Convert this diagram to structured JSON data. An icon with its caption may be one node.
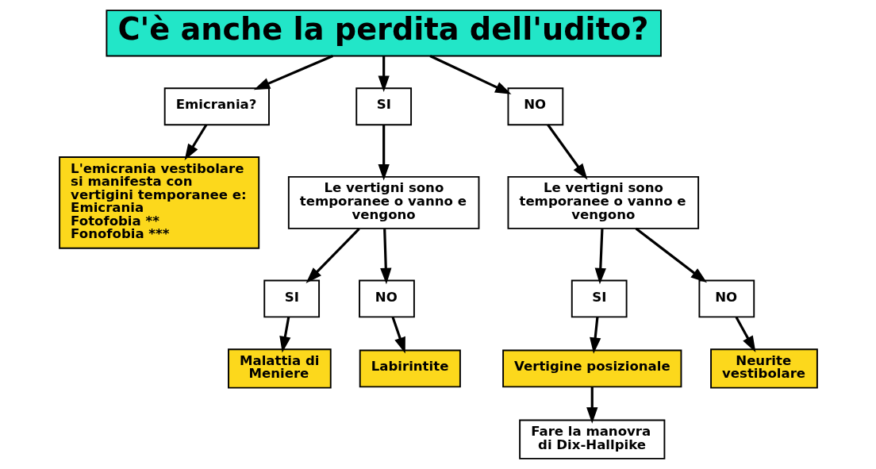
{
  "diagram": {
    "nodes": [
      {
        "text": [
          "C'è anche la perdita dell'udito?"
        ]
      },
      {
        "text": [
          "Emicrania?"
        ]
      },
      {
        "text": [
          "SI"
        ]
      },
      {
        "text": [
          "NO"
        ]
      },
      {
        "text": [
          "L'emicrania vestibolare si manifesta con vertigini temporanee e:",
          "Emicrania",
          "Fotofobia **",
          "Fonofobia ***"
        ]
      },
      {
        "text": [
          "Le vertigni sono temporanee o vanno e vengono"
        ]
      },
      {
        "text": [
          "SI"
        ]
      },
      {
        "text": [
          "NO"
        ]
      },
      {
        "text": [
          "Malattia di Meniere"
        ]
      },
      {
        "text": [
          "Labirintite"
        ]
      },
      {
        "text": [
          "Le vertigni sono temporanee o vanno e vengono"
        ]
      },
      {
        "text": [
          "SI"
        ]
      },
      {
        "text": [
          "NO"
        ]
      },
      {
        "text": [
          "Vertigine posizionale"
        ]
      },
      {
        "text": [
          "Neurite vestibolare"
        ]
      },
      {
        "text": [
          "Fare la manovra di Dix-Hallpike"
        ]
      }
    ],
    "edges": [
      {
        "from": 0,
        "to": 1,
        "arrow": "to"
      },
      {
        "from": 0,
        "to": 2,
        "arrow": "to"
      },
      {
        "from": 0,
        "to": 3,
        "arrow": "to"
      },
      {
        "from": 1,
        "to": 4,
        "arrow": "to"
      },
      {
        "from": 2,
        "to": 5,
        "arrow": "to"
      },
      {
        "from": 5,
        "to": 6,
        "arrow": "to"
      },
      {
        "from": 5,
        "to": 7,
        "arrow": "to"
      },
      {
        "from": 6,
        "to": 8,
        "arrow": "to"
      },
      {
        "from": 7,
        "to": 9,
        "arrow": "to"
      },
      {
        "from": 3,
        "to": 10,
        "arrow": "to"
      },
      {
        "from": 10,
        "to": 11,
        "arrow": "to"
      },
      {
        "from": 10,
        "to": 12,
        "arrow": "to"
      },
      {
        "from": 11,
        "to": 13,
        "arrow": "to"
      },
      {
        "from": 12,
        "to": 14,
        "arrow": "to"
      },
      {
        "from": 13,
        "to": 15,
        "arrow": "to"
      }
    ]
  }
}
